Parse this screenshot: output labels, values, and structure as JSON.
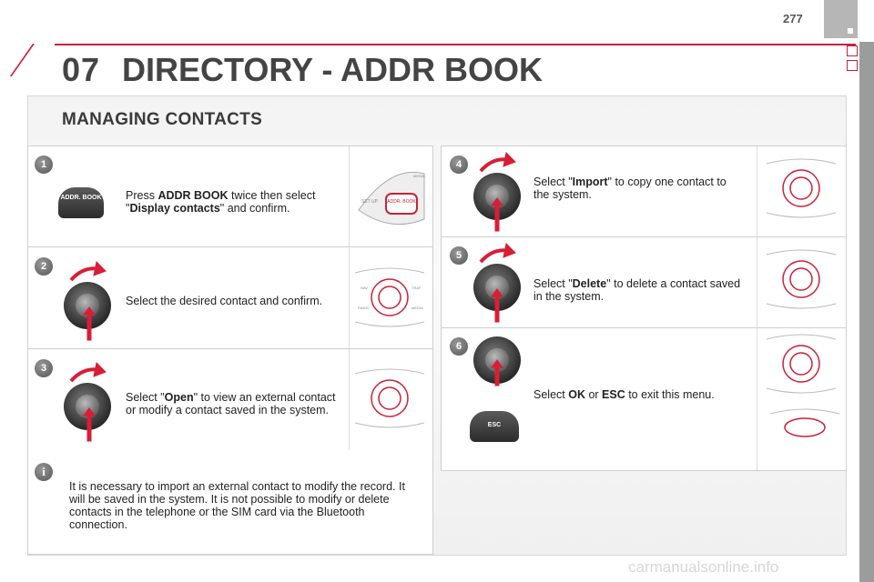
{
  "page_number": "277",
  "chapter_number": "07",
  "chapter_title": "DIRECTORY - ADDR BOOK",
  "section_title": "MANAGING CONTACTS",
  "steps": [
    {
      "number": "1",
      "parts": [
        {
          "t": "Press "
        },
        {
          "b": "ADDR BOOK"
        },
        {
          "t": " twice then select \""
        },
        {
          "b": "Display contacts"
        },
        {
          "t": "\" and confirm."
        }
      ]
    },
    {
      "number": "2",
      "parts": [
        {
          "t": "Select the desired contact and confirm."
        }
      ]
    },
    {
      "number": "3",
      "parts": [
        {
          "t": "Select \""
        },
        {
          "b": "Open"
        },
        {
          "t": "\" to view an external contact or modify a contact saved in the system."
        }
      ]
    },
    {
      "number": "4",
      "parts": [
        {
          "t": "Select \""
        },
        {
          "b": "Import"
        },
        {
          "t": "\" to copy one contact to the system."
        }
      ]
    },
    {
      "number": "5",
      "parts": [
        {
          "t": "Select \""
        },
        {
          "b": "Delete"
        },
        {
          "t": "\" to delete a contact saved in the system."
        }
      ]
    },
    {
      "number": "6",
      "parts": [
        {
          "t": "Select "
        },
        {
          "b": "OK"
        },
        {
          "t": " or "
        },
        {
          "b": "ESC"
        },
        {
          "t": " to exit this menu."
        }
      ]
    }
  ],
  "note": "It is necessary to import an external contact to modify the record. It will be saved in the system. It is not possible to modify or delete contacts in the telephone or the SIM card via the Bluetooth connection.",
  "button_labels": {
    "addr_book": "ADDR. BOOK",
    "esc": "ESC",
    "panel_addr": "ADDR. BOOK",
    "panel_set": "SET UP",
    "media": "MEDIA",
    "nav": "NAV",
    "traf": "TRAF",
    "radio": "RADIO"
  },
  "watermark": "carmanualsonline.info",
  "colors": {
    "accent": "#c8213a",
    "arrow": "#d81e36",
    "knob": "#3a3a3a"
  }
}
